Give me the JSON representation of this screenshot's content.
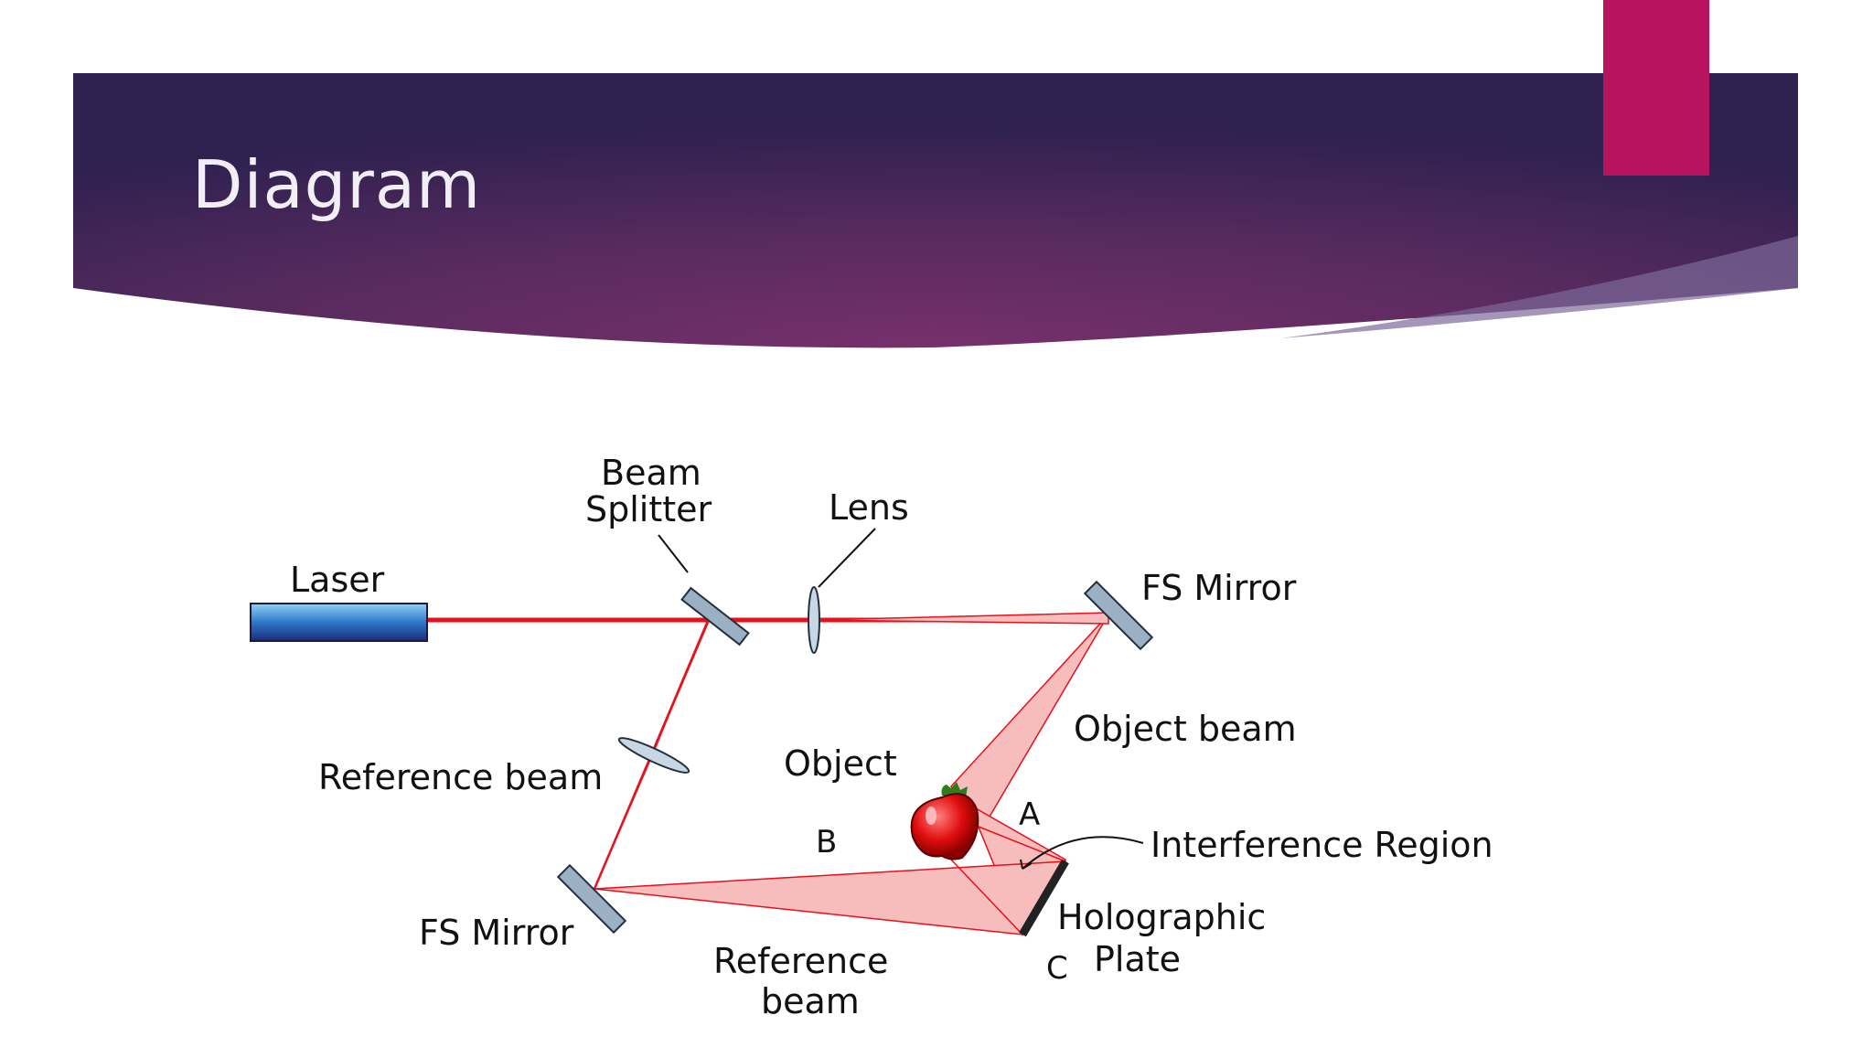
{
  "slide": {
    "title": "Diagram",
    "colors": {
      "banner_dark": "#2f2150",
      "banner_mid": "#6a2a62",
      "accent_tab": "#b8135f",
      "beam": "#e8101a",
      "beam_fill": "#f7bcbc"
    }
  },
  "diagram": {
    "labels": {
      "laser": "Laser",
      "beam_splitter_1": "Beam",
      "beam_splitter_2": "Splitter",
      "lens": "Lens",
      "fs_mirror_top": "FS Mirror",
      "object_beam": "Object beam",
      "reference_beam_left": "Reference beam",
      "object": "Object",
      "point_a": "A",
      "point_b": "B",
      "point_c": "C",
      "interference_region": "Interference Region",
      "fs_mirror_bottom": "FS Mirror",
      "holographic_1": "Holographic",
      "holographic_2": "Plate",
      "reference_beam_bottom_1": "Reference",
      "reference_beam_bottom_2": "beam"
    }
  }
}
